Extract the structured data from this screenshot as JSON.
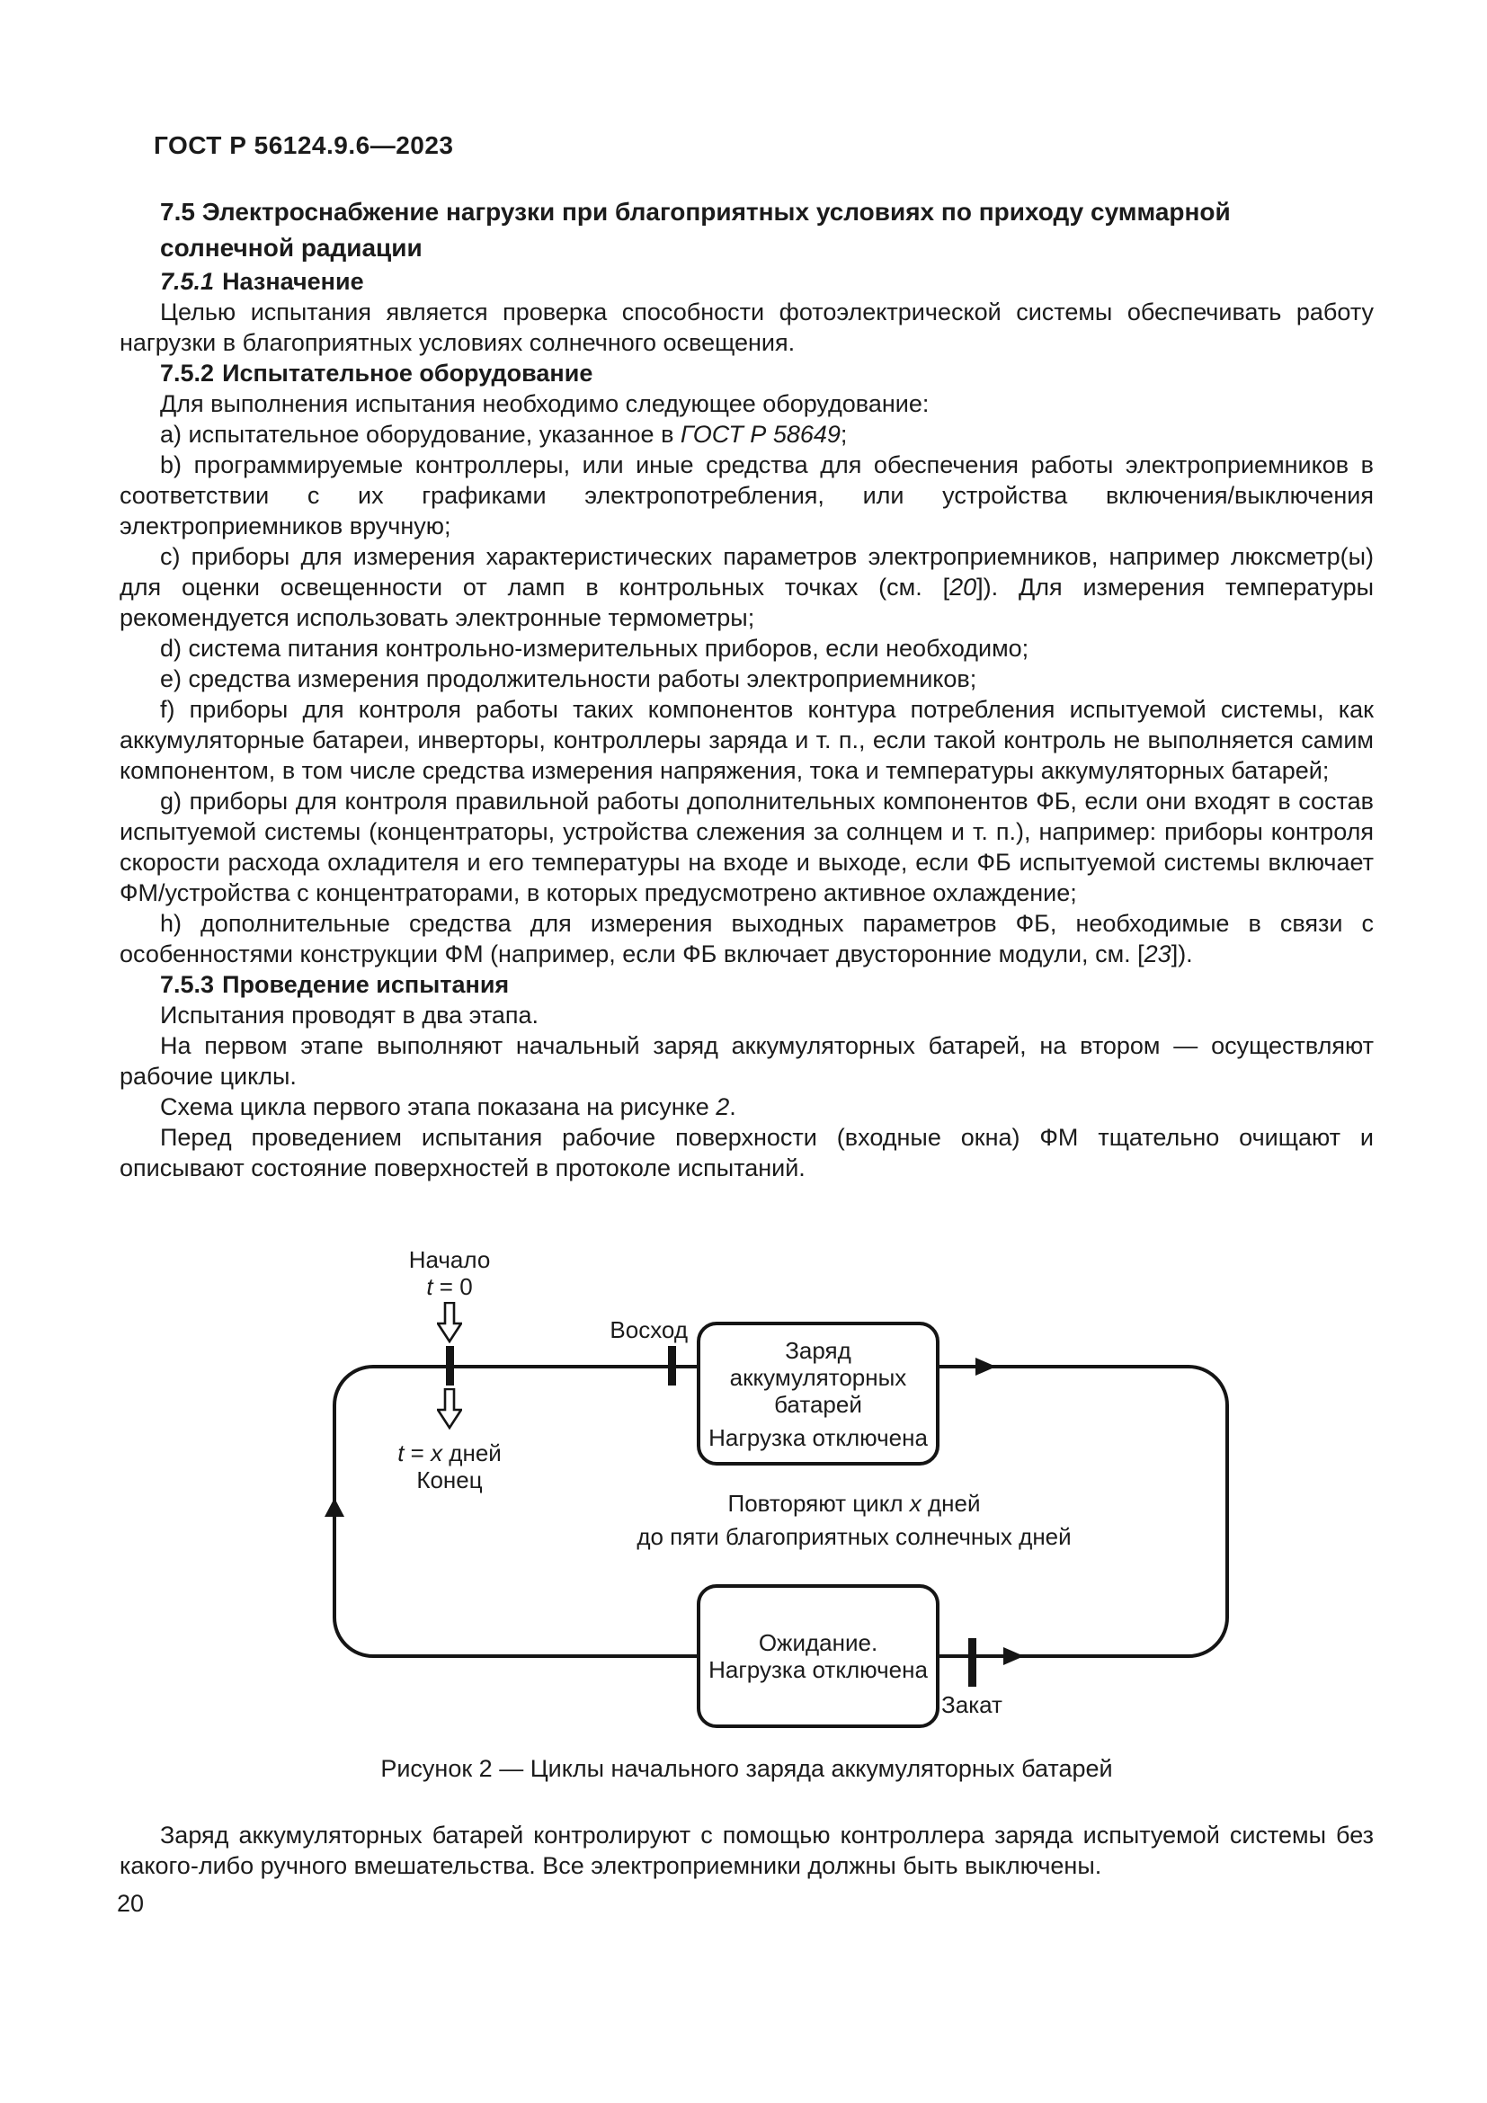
{
  "page": {
    "header": "ГОСТ Р 56124.9.6—2023",
    "number": "20"
  },
  "sections": {
    "s75": {
      "title_l1": "7.5 Электроснабжение нагрузки при благоприятных условиях по приходу суммарной",
      "title_l2": "солнечной радиации"
    },
    "s751": {
      "number": "7.5.1",
      "title": "Назначение"
    },
    "p1": "Целью испытания является проверка способности фотоэлектрической системы обеспечивать работу нагрузки в благоприятных условиях солнечного освещения.",
    "s752": {
      "number": "7.5.2",
      "title": "Испытательное оборудование"
    },
    "p2": "Для выполнения испытания необходимо следующее оборудование:",
    "item_a": {
      "pre": "a) испытательное оборудование, указанное в ",
      "ref": "ГОСТ Р 58649",
      "post": ";"
    },
    "item_b": "b) программируемые контроллеры, или иные средства для обеспечения работы электроприемников в соответствии с их графиками электропотребления, или устройства включения/выключения электроприемников вручную;",
    "item_c": {
      "pre": "c) приборы для измерения характеристических параметров электроприемников, например люксметр(ы) для оценки освещенности от ламп в контрольных точках (см. [",
      "ref": "20",
      "post": "]). Для измерения температуры рекомендуется использовать электронные термометры;"
    },
    "item_d": "d) система питания контрольно-измерительных приборов, если необходимо;",
    "item_e": "e) средства измерения продолжительности работы электроприемников;",
    "item_f": "f) приборы для контроля работы таких компонентов контура потребления испытуемой системы, как аккумуляторные батареи, инверторы, контроллеры заряда и т. п., если такой контроль не выполняется самим компонентом, в том числе средства измерения напряжения, тока и температуры аккумуляторных батарей;",
    "item_g": "g) приборы для контроля правильной работы дополнительных компонентов ФБ, если они входят в состав испытуемой системы (концентраторы, устройства слежения за солнцем и т. п.), например: приборы контроля скорости расхода охладителя и его температуры на входе и выходе, если ФБ испытуемой системы включает ФМ/устройства с концентраторами, в которых предусмотрено активное охлаждение;",
    "item_h": {
      "pre": "h) дополнительные средства для измерения выходных параметров ФБ, необходимые в связи с особенностями конструкции ФМ (например, если ФБ включает двусторонние модули, см. [",
      "ref": "23",
      "post": "])."
    },
    "s753": {
      "number": "7.5.3",
      "title": "Проведение испытания"
    },
    "p3": "Испытания проводят в два этапа.",
    "p4": "На первом этапе выполняют начальный заряд аккумуляторных батарей, на втором — осуществляют рабочие циклы.",
    "p5": {
      "pre": "Схема цикла первого этапа показана на рисунке ",
      "ref": "2",
      "post": "."
    },
    "p6": "Перед проведением испытания рабочие поверхности (входные окна) ФМ тщательно очищают и описывают состояние поверхностей в протоколе испытаний.",
    "p7": "Заряд аккумуляторных батарей контролируют с помощью контроллера заряда испытуемой системы без какого-либо ручного вмешательства. Все электроприемники должны быть выключены."
  },
  "figure": {
    "caption": "Рисунок 2 — Циклы начального заряда аккумуляторных батарей",
    "start_label": "Начало",
    "t0_var": "t",
    "t0_rest": " = 0",
    "sunrise_label": "Восход",
    "box_charge_l1": "Заряд",
    "box_charge_l2": "аккумуляторных",
    "box_charge_l3": "батарей",
    "box_charge_l4": "Нагрузка отключена",
    "tx_var": "t",
    "tx_eq": " = ",
    "tx_x": "x",
    "tx_rest": " дней",
    "end_label": "Конец",
    "repeat_l1_pre": "Повторяют цикл ",
    "repeat_l1_x": "x",
    "repeat_l1_post": " дней",
    "repeat_l2": "до пяти благоприятных солнечных дней",
    "box_wait_l1": "Ожидание.",
    "box_wait_l2": "Нагрузка отключена",
    "sunset_label": "Закат"
  },
  "colors": {
    "ink": "#151515",
    "paper": "#ffffff"
  }
}
